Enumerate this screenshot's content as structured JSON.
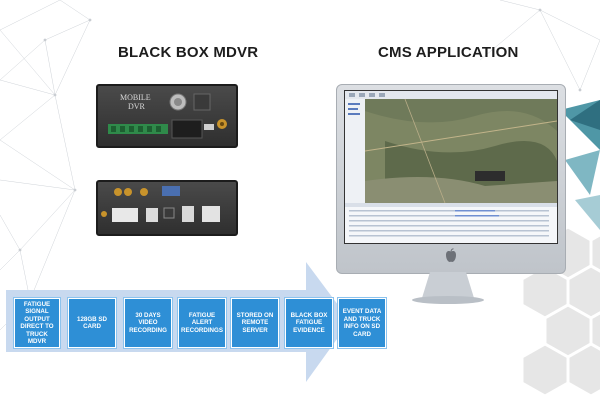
{
  "left_title": "BLACK BOX MDVR",
  "right_title": "CMS APPLICATION",
  "device_front_label_1": "MOBILE",
  "device_front_label_2": "DVR",
  "process_steps": [
    "FATIGUE SIGNAL OUTPUT DIRECT TO TRUCK MDVR",
    "128GB SD CARD",
    "30 DAYS VIDEO RECORDING",
    "FATIGUE ALERT RECORDINGS",
    "STORED ON REMOTE SERVER",
    "BLACK BOX FATIGUE EVIDENCE",
    "EVENT DATA AND TRUCK INFO ON SD CARD"
  ],
  "colors": {
    "step_box": "#2e8fd6",
    "arrow": "#c8d9ef",
    "hexagon": "#e6e6e6",
    "triangle_teal": "#4f97a6"
  }
}
